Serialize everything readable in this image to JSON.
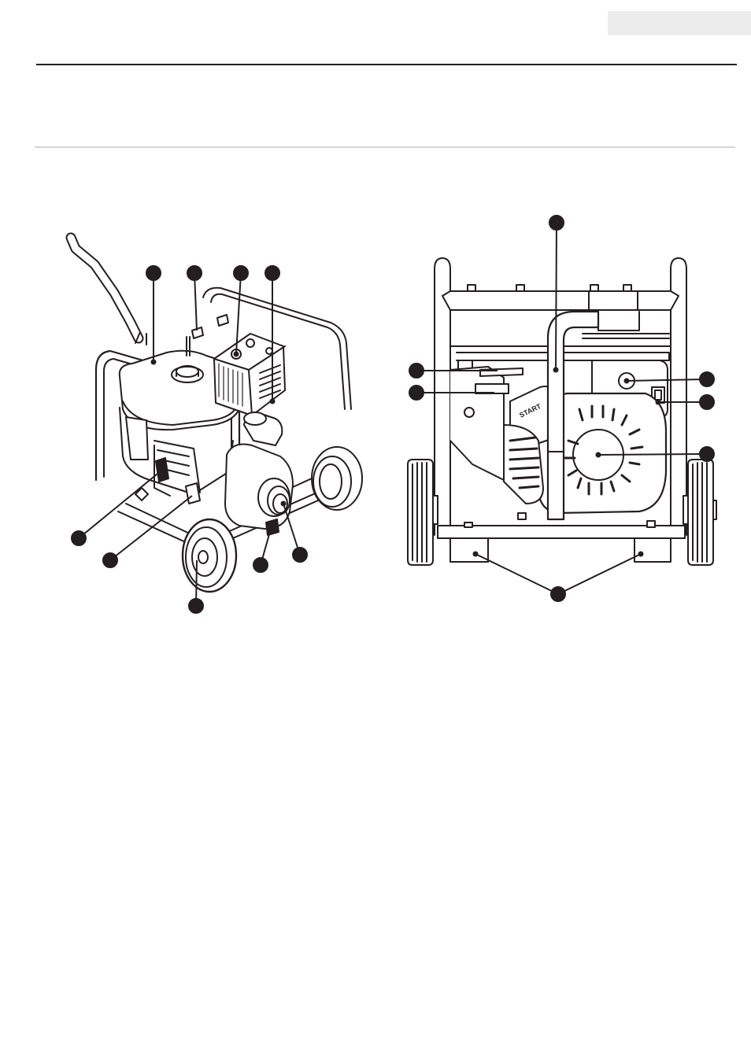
{
  "header": {
    "tab_label": ""
  },
  "figure_left": {
    "name": "pump-perspective-view",
    "callout_count": 9
  },
  "figure_right": {
    "name": "pump-rear-view",
    "callout_count": 7,
    "start_label": "START"
  }
}
